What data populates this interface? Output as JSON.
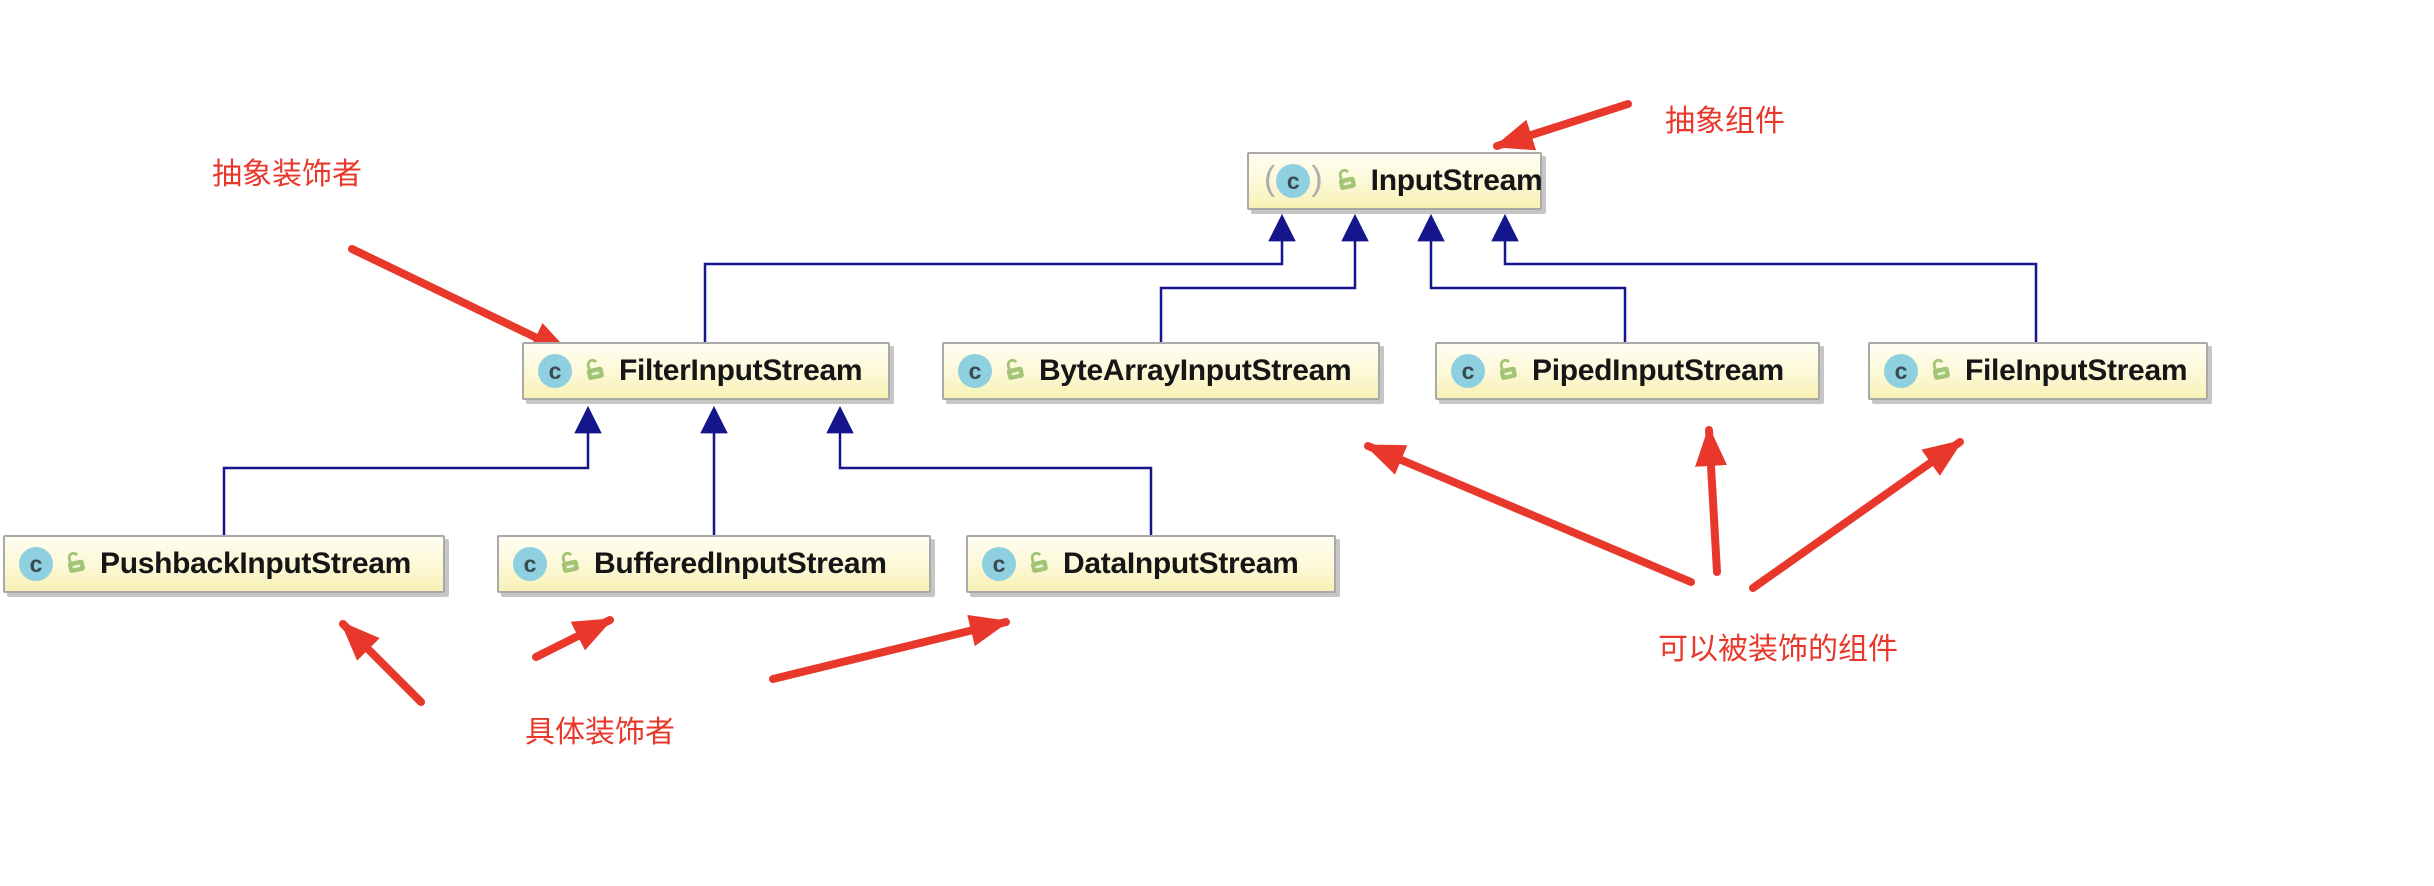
{
  "diagram": {
    "type": "class-inheritance-diagram",
    "subject": "java.io InputStream hierarchy (decorator pattern)",
    "colors": {
      "background": "#ffffff",
      "node_fill_top": "#fffef2",
      "node_fill_bottom": "#f8f1b4",
      "node_border": "#a9a9a9",
      "inheritance_edge": "#15158c",
      "annotation_red": "#e8382b",
      "class_icon_bg": "#8ed0df",
      "lock_icon_green": "#a2c474"
    },
    "nodes": [
      {
        "id": "inputstream",
        "name": "InputStream",
        "icon_letter": "c",
        "abstract": true,
        "paren_open": "(",
        "paren_close": ")"
      },
      {
        "id": "filterinputstream",
        "name": "FilterInputStream",
        "icon_letter": "c",
        "abstract": false
      },
      {
        "id": "bytearrayinputstream",
        "name": "ByteArrayInputStream",
        "icon_letter": "c",
        "abstract": false
      },
      {
        "id": "pipedinputstream",
        "name": "PipedInputStream",
        "icon_letter": "c",
        "abstract": false
      },
      {
        "id": "fileinputstream",
        "name": "FileInputStream",
        "icon_letter": "c",
        "abstract": false
      },
      {
        "id": "pushbackinputstream",
        "name": "PushbackInputStream",
        "icon_letter": "c",
        "abstract": false
      },
      {
        "id": "bufferedinputstream",
        "name": "BufferedInputStream",
        "icon_letter": "c",
        "abstract": false
      },
      {
        "id": "datainputstream",
        "name": "DataInputStream",
        "icon_letter": "c",
        "abstract": false
      }
    ],
    "annotations": [
      {
        "id": "abstract-component",
        "text": "抽象组件"
      },
      {
        "id": "abstract-decorator",
        "text": "抽象装饰者"
      },
      {
        "id": "concrete-decorator",
        "text": "具体装饰者"
      },
      {
        "id": "decoratable-components",
        "text": "可以被装饰的组件"
      }
    ],
    "icons": {
      "class_icon": "class-icon",
      "lock_icon": "unlocked-padlock-icon"
    }
  }
}
